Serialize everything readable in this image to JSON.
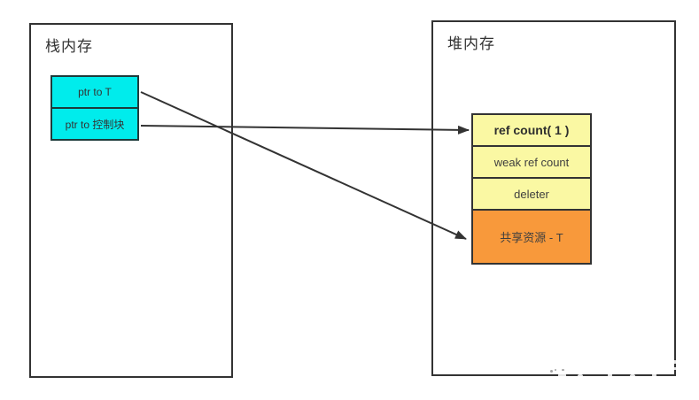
{
  "colors": {
    "background": "#FFFFFF",
    "border": "#333333",
    "arrow": "#333333",
    "cyan": "#00ECEC",
    "yellow": "#FAF8A3",
    "orange": "#F8993B",
    "text": "#333333"
  },
  "stack": {
    "title": "栈内存",
    "cells": [
      {
        "label": "ptr to T"
      },
      {
        "label": "ptr to 控制块"
      }
    ]
  },
  "heap": {
    "title": "堆内存",
    "cells": [
      {
        "label": "ref count( 1 )"
      },
      {
        "label": "weak ref count"
      },
      {
        "label": "deleter"
      },
      {
        "label": "共享资源 - T"
      }
    ]
  },
  "arrows": [
    {
      "from": "ptr to 控制块",
      "to": "ref count( 1 )"
    },
    {
      "from": "ptr to T",
      "to": "共享资源 - T"
    }
  ]
}
